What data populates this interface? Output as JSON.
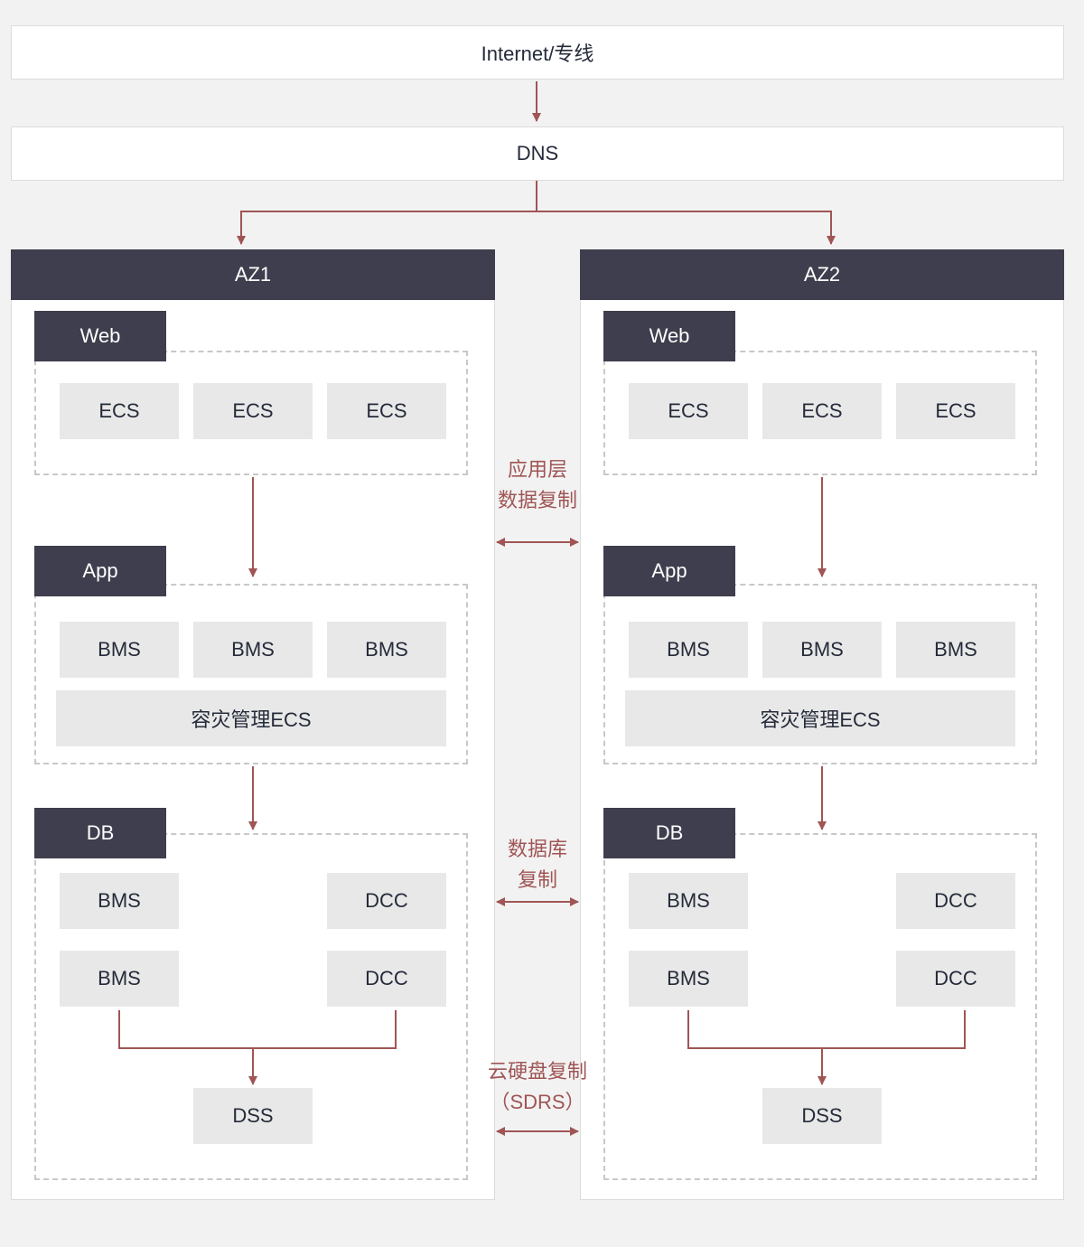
{
  "top": {
    "internet_label": "Internet/专线",
    "dns_label": "DNS"
  },
  "colors": {
    "arrow": "#a05555",
    "header": "#3e3e4e",
    "node": "#e8e8e8",
    "label": "#a05555"
  },
  "az1": {
    "title": "AZ1",
    "web": {
      "label": "Web",
      "nodes": [
        "ECS",
        "ECS",
        "ECS"
      ]
    },
    "app": {
      "label": "App",
      "nodes": [
        "BMS",
        "BMS",
        "BMS"
      ],
      "mgmt": "容灾管理ECS"
    },
    "db": {
      "label": "DB",
      "left": [
        "BMS",
        "BMS"
      ],
      "right": [
        "DCC",
        "DCC"
      ],
      "storage": "DSS"
    }
  },
  "az2": {
    "title": "AZ2",
    "web": {
      "label": "Web",
      "nodes": [
        "ECS",
        "ECS",
        "ECS"
      ]
    },
    "app": {
      "label": "App",
      "nodes": [
        "BMS",
        "BMS",
        "BMS"
      ],
      "mgmt": "容灾管理ECS"
    },
    "db": {
      "label": "DB",
      "left": [
        "BMS",
        "BMS"
      ],
      "right": [
        "DCC",
        "DCC"
      ],
      "storage": "DSS"
    }
  },
  "replication": {
    "app_layer": [
      "应用层",
      "数据复制"
    ],
    "database": [
      "数据库",
      "复制"
    ],
    "disk": [
      "云硬盘复制",
      "（SDRS）"
    ]
  }
}
